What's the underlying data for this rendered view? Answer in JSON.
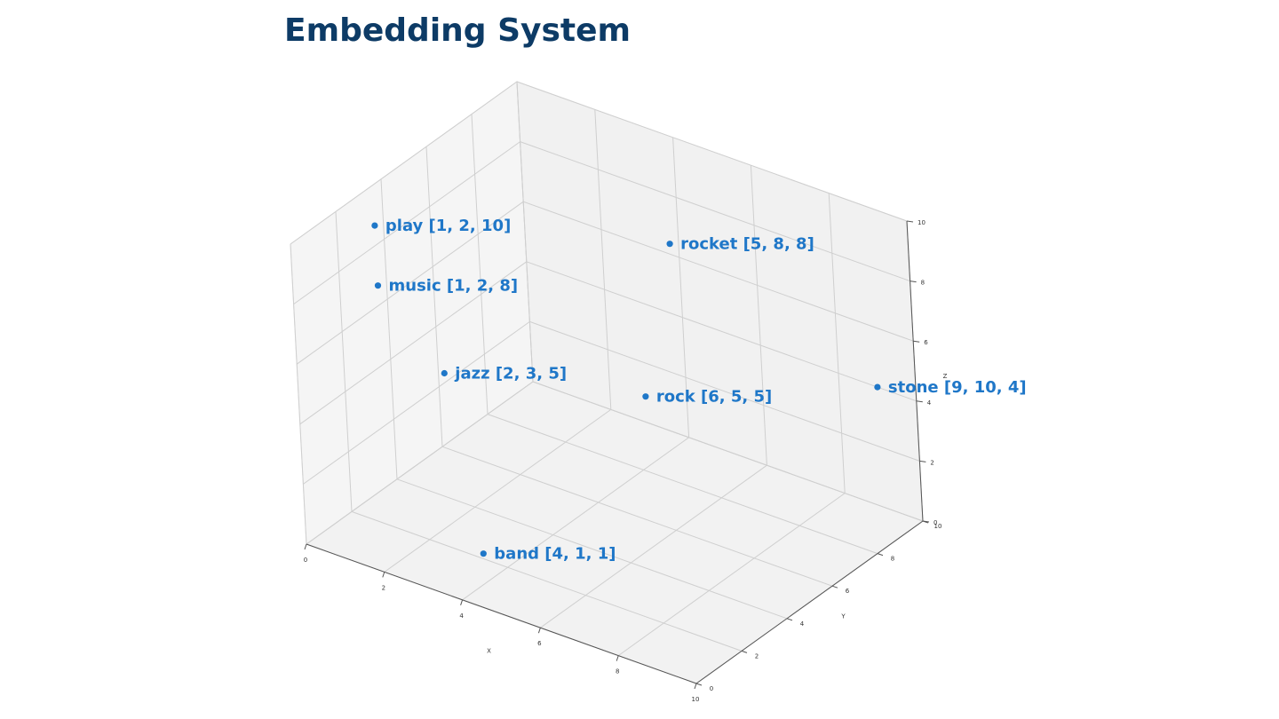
{
  "chart_data": {
    "type": "scatter",
    "title": "Embedding System",
    "xlabel": "X",
    "ylabel": "Y",
    "zlabel": "Z",
    "xlim": [
      0,
      10
    ],
    "ylim": [
      0,
      10
    ],
    "zlim": [
      0,
      10
    ],
    "xticks": [
      "0",
      "2",
      "4",
      "6",
      "8",
      "10"
    ],
    "yticks": [
      "0",
      "2",
      "4",
      "6",
      "8",
      "10"
    ],
    "zticks": [
      "0",
      "2",
      "4",
      "6",
      "8",
      "10"
    ],
    "grid": true,
    "point_color": "#1f77c8",
    "points": [
      {
        "label": "play [1, 2, 10]",
        "x": 1,
        "y": 2,
        "z": 10
      },
      {
        "label": "rocket [5, 8, 8]",
        "x": 5,
        "y": 8,
        "z": 8
      },
      {
        "label": "music [1, 2, 8]",
        "x": 1,
        "y": 2,
        "z": 8
      },
      {
        "label": "stone [9, 10, 4]",
        "x": 9,
        "y": 10,
        "z": 4
      },
      {
        "label": "jazz [2, 3, 5]",
        "x": 2,
        "y": 3,
        "z": 5
      },
      {
        "label": "rock [6, 5, 5]",
        "x": 6,
        "y": 5,
        "z": 5
      },
      {
        "label": "band [4, 1, 1]",
        "x": 4,
        "y": 1,
        "z": 1
      }
    ]
  }
}
